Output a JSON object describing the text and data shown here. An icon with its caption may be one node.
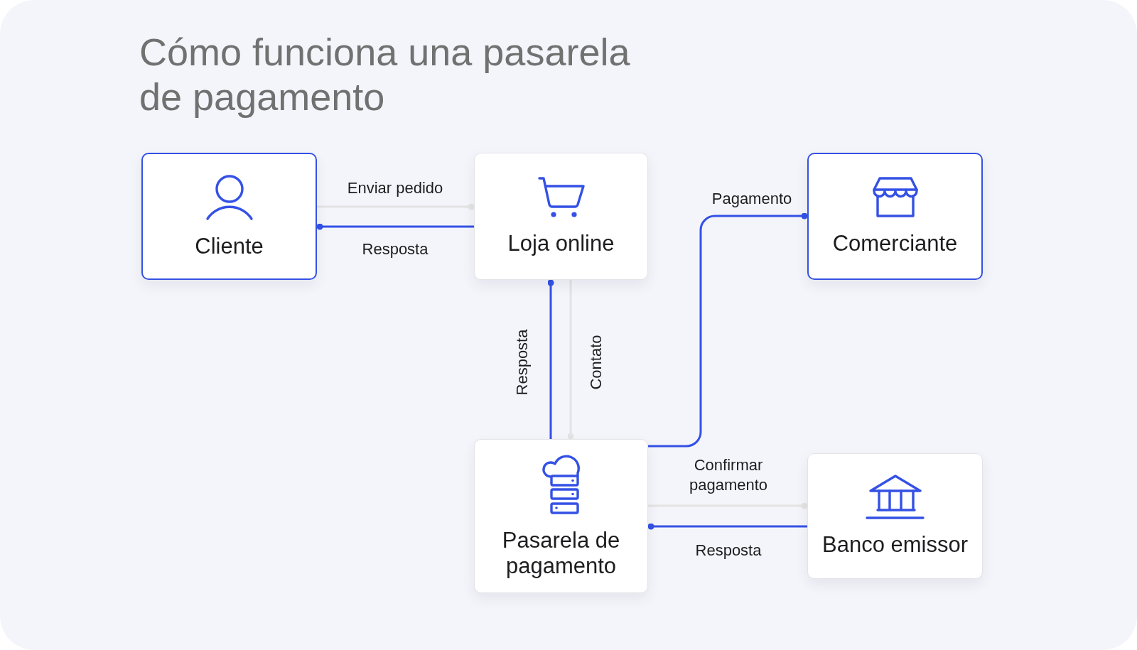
{
  "diagram": {
    "title": "Cómo funciona una pasarela de pagamento",
    "nodes": [
      {
        "text": [
          "Cliente"
        ]
      },
      {
        "text": [
          "Loja online"
        ]
      },
      {
        "text": [
          "Comerciante"
        ]
      },
      {
        "text": [
          "Pasarela de pagamento"
        ]
      },
      {
        "text": [
          "Banco emissor"
        ]
      }
    ],
    "edges": [
      {
        "from": 0,
        "to": 1,
        "arrow": "other",
        "label": "Enviar pedido",
        "color": "#e3e3e3"
      },
      {
        "from": 1,
        "to": 0,
        "arrow": "other",
        "label": "Resposta"
      },
      {
        "from": 3,
        "to": 1,
        "arrow": "other",
        "label": "Resposta"
      },
      {
        "from": 1,
        "to": 3,
        "arrow": "other",
        "label": "Contato",
        "color": "#e3e3e3"
      },
      {
        "from": 3,
        "to": 2,
        "arrow": "other",
        "label": "Pagamento"
      },
      {
        "from": 3,
        "to": 4,
        "arrow": "other",
        "label": "Confirmar pagamento",
        "color": "#e3e3e3"
      },
      {
        "from": 4,
        "to": 3,
        "arrow": "other",
        "label": "Resposta"
      }
    ]
  }
}
